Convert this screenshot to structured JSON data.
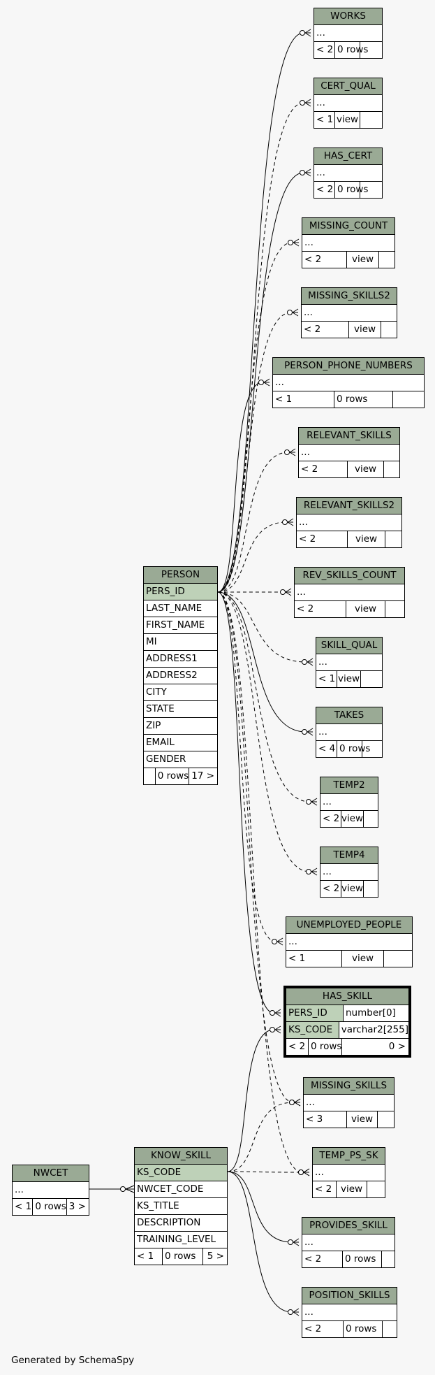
{
  "tables": {
    "works": {
      "name": "WORKS",
      "rows": [
        "..."
      ],
      "footer": [
        "< 2",
        "0 rows",
        ""
      ]
    },
    "cert_qual": {
      "name": "CERT_QUAL",
      "rows": [
        "..."
      ],
      "footer": [
        "< 1",
        "view",
        ""
      ]
    },
    "has_cert": {
      "name": "HAS_CERT",
      "rows": [
        "..."
      ],
      "footer": [
        "< 2",
        "0 rows",
        ""
      ]
    },
    "missing_count": {
      "name": "MISSING_COUNT",
      "rows": [
        "..."
      ],
      "footer": [
        "< 2",
        "view",
        ""
      ]
    },
    "missing_skills2": {
      "name": "MISSING_SKILLS2",
      "rows": [
        "..."
      ],
      "footer": [
        "< 2",
        "view",
        ""
      ]
    },
    "person_phone_numbers": {
      "name": "PERSON_PHONE_NUMBERS",
      "rows": [
        "..."
      ],
      "footer": [
        "< 1",
        "0 rows",
        ""
      ]
    },
    "relevant_skills": {
      "name": "RELEVANT_SKILLS",
      "rows": [
        "..."
      ],
      "footer": [
        "< 2",
        "view",
        ""
      ]
    },
    "relevant_skills2": {
      "name": "RELEVANT_SKILLS2",
      "rows": [
        "..."
      ],
      "footer": [
        "< 2",
        "view",
        ""
      ]
    },
    "rev_skills_count": {
      "name": "REV_SKILLS_COUNT",
      "rows": [
        "..."
      ],
      "footer": [
        "< 2",
        "view",
        ""
      ]
    },
    "skill_qual": {
      "name": "SKILL_QUAL",
      "rows": [
        "..."
      ],
      "footer": [
        "< 1",
        "view",
        ""
      ]
    },
    "takes": {
      "name": "TAKES",
      "rows": [
        "..."
      ],
      "footer": [
        "< 4",
        "0 rows",
        ""
      ]
    },
    "temp2": {
      "name": "TEMP2",
      "rows": [
        "..."
      ],
      "footer": [
        "< 2",
        "view",
        ""
      ]
    },
    "temp4": {
      "name": "TEMP4",
      "rows": [
        "..."
      ],
      "footer": [
        "< 2",
        "view",
        ""
      ]
    },
    "unemployed_people": {
      "name": "UNEMPLOYED_PEOPLE",
      "rows": [
        "..."
      ],
      "footer": [
        "< 1",
        "view",
        ""
      ]
    },
    "has_skill": {
      "name": "HAS_SKILL",
      "rows": [
        [
          "PERS_ID",
          "number[0]"
        ],
        [
          "KS_CODE",
          "varchar2[255]"
        ]
      ],
      "footer": [
        "< 2",
        "0 rows",
        "0 >"
      ]
    },
    "missing_skills": {
      "name": "MISSING_SKILLS",
      "rows": [
        "..."
      ],
      "footer": [
        "< 3",
        "view",
        ""
      ]
    },
    "temp_ps_sk": {
      "name": "TEMP_PS_SK",
      "rows": [
        "..."
      ],
      "footer": [
        "< 2",
        "view",
        ""
      ]
    },
    "provides_skill": {
      "name": "PROVIDES_SKILL",
      "rows": [
        "..."
      ],
      "footer": [
        "< 2",
        "0 rows",
        ""
      ]
    },
    "position_skills": {
      "name": "POSITION_SKILLS",
      "rows": [
        "..."
      ],
      "footer": [
        "< 2",
        "0 rows",
        ""
      ]
    },
    "person": {
      "name": "PERSON",
      "rows": [
        "PERS_ID",
        "LAST_NAME",
        "FIRST_NAME",
        "MI",
        "ADDRESS1",
        "ADDRESS2",
        "CITY",
        "STATE",
        "ZIP",
        "EMAIL",
        "GENDER"
      ],
      "footer": [
        "",
        "0 rows",
        "17 >"
      ]
    },
    "know_skill": {
      "name": "KNOW_SKILL",
      "rows": [
        "KS_CODE",
        "NWCET_CODE",
        "KS_TITLE",
        "DESCRIPTION",
        "TRAINING_LEVEL"
      ],
      "footer": [
        "< 1",
        "0 rows",
        "5 >"
      ]
    },
    "nwcet": {
      "name": "NWCET",
      "rows": [
        "..."
      ],
      "footer": [
        "< 1",
        "0 rows",
        "3 >"
      ]
    }
  },
  "credit": "Generated by SchemaSpy",
  "colors": {
    "header": "#9aaa95",
    "key": "#bed1b8",
    "background": "#f7f7f7"
  }
}
